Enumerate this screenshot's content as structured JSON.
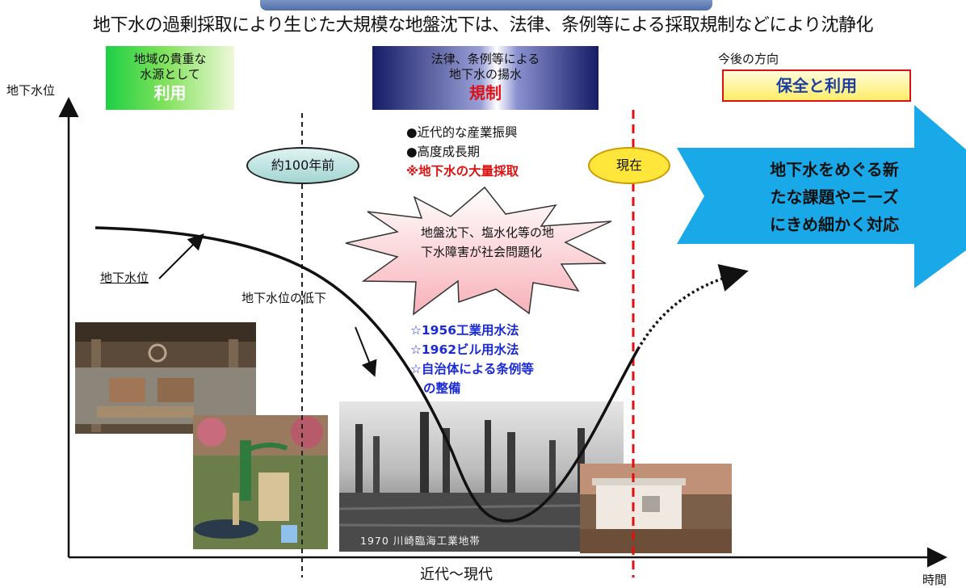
{
  "headline": "地下水の過剰採取により生じた大規模な地盤沈下は、法律、条例等による採取規制などにより沈静化",
  "phases": [
    {
      "line1": "地域の貴重な",
      "line2": "水源として",
      "emphasis": "利用",
      "color": "#1ed046"
    },
    {
      "line1": "法律、条例等による",
      "line2": "地下水の揚水",
      "emphasis": "規制",
      "color": "#161c66"
    },
    {
      "line1": "今後の方向",
      "emphasis": "保全と利用",
      "color": "#ffee6a"
    }
  ],
  "axes": {
    "y_label": "地下水位",
    "x_label": "近代～現代",
    "time_label": "時間"
  },
  "markers": {
    "past": "約100年前",
    "now": "現在"
  },
  "bullets": [
    "●近代的な産業振興",
    "●高度成長期",
    "※地下水の大量採取"
  ],
  "starburst": "地盤沈下、塩水化等の地下水障害が社会問題化",
  "laws": [
    "☆1956工業用水法",
    "☆1962ビル用水法",
    "☆自治体による条例等",
    "の整備"
  ],
  "curve_labels": {
    "level": "地下水位",
    "drop": "地下水位の低下"
  },
  "future_arrow": {
    "line1": "地下水をめぐる新",
    "line2": "たな課題やニーズ",
    "line3": "にきめ細かく対応",
    "color": "#1aa9e8"
  },
  "photos": [
    {
      "name": "old well",
      "caption": ""
    },
    {
      "name": "hand pump",
      "caption": ""
    },
    {
      "name": "factory smokestacks",
      "caption": "1970 川崎臨海工業地帯"
    },
    {
      "name": "observation hut",
      "caption": ""
    }
  ]
}
